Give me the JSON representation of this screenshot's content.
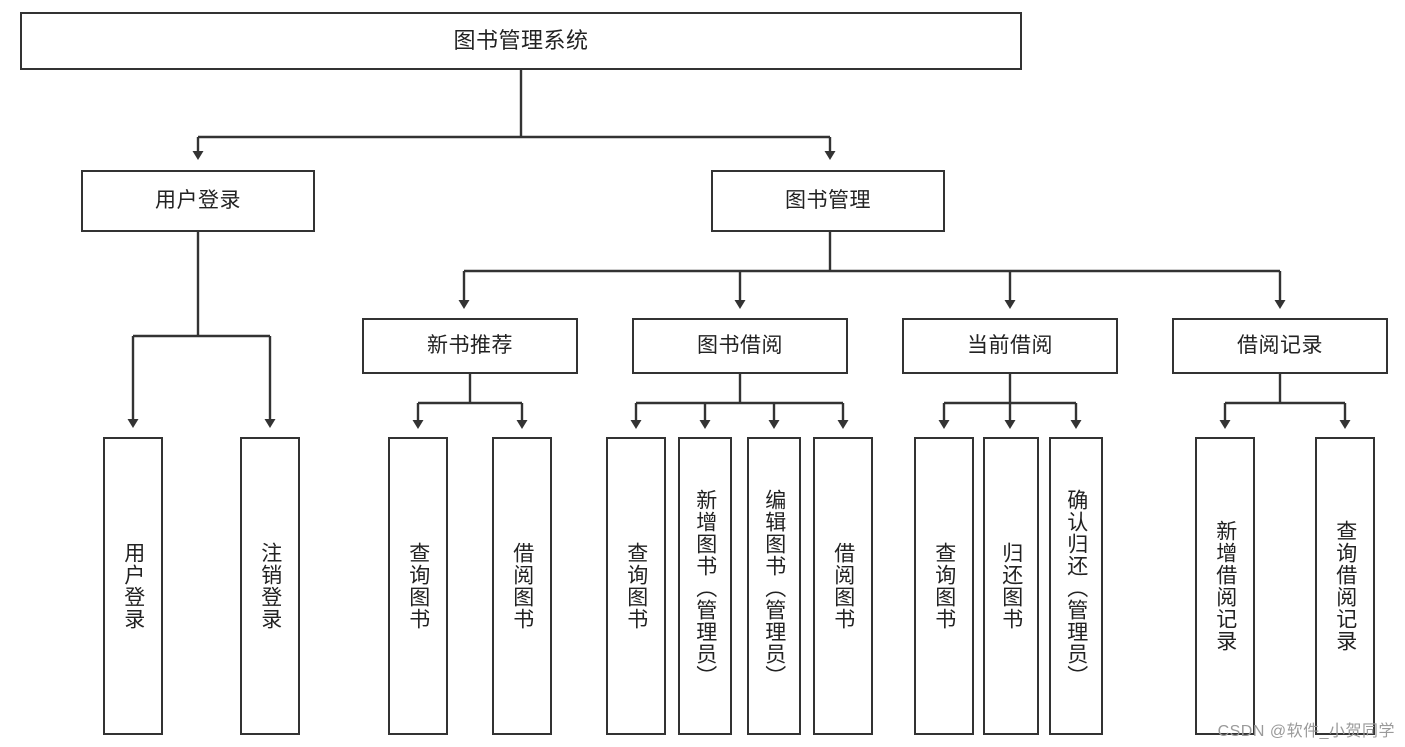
{
  "diagram": {
    "type": "tree",
    "title": "图书管理系统",
    "watermark": "CSDN @软件_小贺同学",
    "colors": {
      "box_border": "#333333",
      "box_fill": "#ffffff",
      "edge": "#333333",
      "text": "#222222",
      "watermark": "#9a9a9a"
    },
    "root": {
      "label": "图书管理系统"
    },
    "tier1": [
      {
        "label": "用户登录"
      },
      {
        "label": "图书管理"
      }
    ],
    "tier2": [
      {
        "label": "新书推荐"
      },
      {
        "label": "图书借阅"
      },
      {
        "label": "当前借阅"
      },
      {
        "label": "借阅记录"
      }
    ],
    "leaves": {
      "user_login": [
        {
          "label": "用户登录"
        },
        {
          "label": "注销登录"
        }
      ],
      "new_book_recommend": [
        {
          "label": "查询图书"
        },
        {
          "label": "借阅图书"
        }
      ],
      "book_borrow": [
        {
          "label": "查询图书"
        },
        {
          "label": "新增图书（管理员）"
        },
        {
          "label": "编辑图书（管理员）"
        },
        {
          "label": "借阅图书"
        }
      ],
      "current_borrow": [
        {
          "label": "查询图书"
        },
        {
          "label": "归还图书"
        },
        {
          "label": "确认归还（管理员）"
        }
      ],
      "borrow_record": [
        {
          "label": "新增借阅记录"
        },
        {
          "label": "查询借阅记录"
        }
      ]
    }
  }
}
